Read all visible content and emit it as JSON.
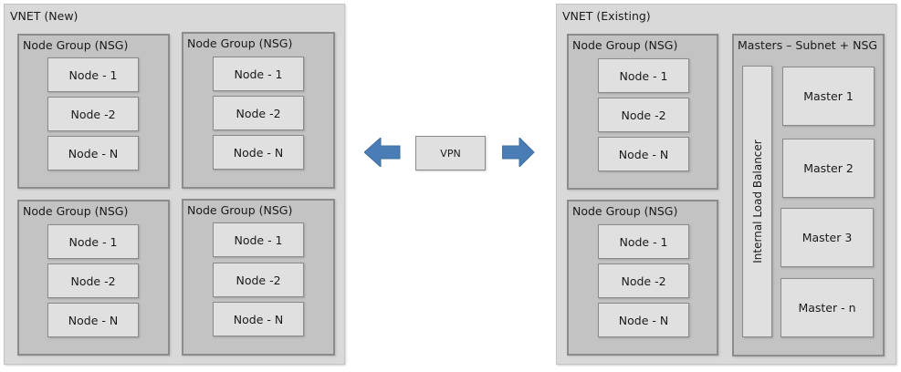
{
  "colors": {
    "arrow": "#4a7db5",
    "vnet_bg": "#d9d9d9",
    "group_bg": "#c3c3c3",
    "box_bg": "#e0e0e0"
  },
  "vnet_new": {
    "title": "VNET (New)",
    "groups": [
      {
        "title": "Node Group (NSG)",
        "nodes": [
          "Node - 1",
          "Node -2",
          "Node - N"
        ]
      },
      {
        "title": "Node Group (NSG)",
        "nodes": [
          "Node - 1",
          "Node -2",
          "Node - N"
        ]
      },
      {
        "title": "Node Group (NSG)",
        "nodes": [
          "Node - 1",
          "Node -2",
          "Node - N"
        ]
      },
      {
        "title": "Node Group (NSG)",
        "nodes": [
          "Node - 1",
          "Node -2",
          "Node - N"
        ]
      }
    ]
  },
  "vpn": {
    "label": "VPN",
    "left_arrow_icon": "arrow-left-icon",
    "right_arrow_icon": "arrow-right-icon"
  },
  "vnet_existing": {
    "title": "VNET (Existing)",
    "groups": [
      {
        "title": "Node Group (NSG)",
        "nodes": [
          "Node - 1",
          "Node -2",
          "Node - N"
        ]
      },
      {
        "title": "Node Group (NSG)",
        "nodes": [
          "Node - 1",
          "Node -2",
          "Node - N"
        ]
      }
    ],
    "masters": {
      "title": "Masters – Subnet + NSG",
      "load_balancer": "Internal Load Balancer",
      "items": [
        "Master 1",
        "Master 2",
        "Master 3",
        "Master - n"
      ]
    }
  }
}
